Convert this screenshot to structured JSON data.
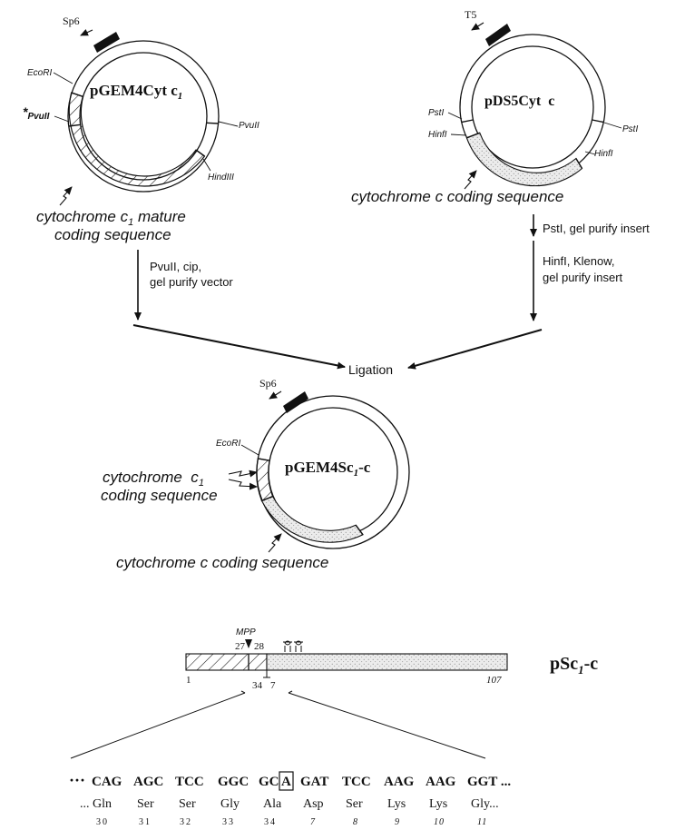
{
  "colors": {
    "ink": "#111111",
    "paper": "#ffffff",
    "dot_fill": "#e9e9e9"
  },
  "plasmid1": {
    "promoter": "Sp6",
    "name_main": "pGEM4Cyt c",
    "name_sub": "1",
    "sites": {
      "ecori": "EcoRI",
      "pvuii_left": "PvuII",
      "pvuii_left_mark": "*",
      "pvuii_right": "PvuII",
      "hindiii": "HindIII"
    },
    "insert_label_line1_pre": "cytochrome c",
    "insert_label_line1_sub": "1",
    "insert_label_line1_post": " mature",
    "insert_label_line2": "coding sequence"
  },
  "plasmid2": {
    "promoter": "T5",
    "name": "pDS5Cyt  c",
    "sites": {
      "psti_left": "PstI",
      "psti_right": "PstI",
      "hinfi_left": "HinfI",
      "hinfi_right": "HinfI"
    },
    "insert_label": "cytochrome c coding sequence"
  },
  "steps": {
    "left_line1": "PvuII, cip,",
    "left_line2": "gel purify vector",
    "right_step1": "PstI, gel purify insert",
    "right_step2_line1": "HinfI, Klenow,",
    "right_step2_line2": "gel purify insert",
    "ligation": "Ligation"
  },
  "plasmid3": {
    "promoter": "Sp6",
    "name_main": "pGEM4Sc",
    "name_sub": "1",
    "name_post": "-c",
    "sites": {
      "ecori": "EcoRI"
    },
    "c1_label_line1_pre": "cytochrome  c",
    "c1_label_line1_sub": "1",
    "c1_label_line2": "coding sequence",
    "c_label": "cytochrome c coding sequence"
  },
  "construct": {
    "name_main": "pSc",
    "name_sub": "1",
    "name_post": "-c",
    "mpp": "MPP",
    "pos_27": "27",
    "pos_28": "28",
    "pos_1": "1",
    "pos_34": "34",
    "pos_7": "7",
    "pos_107": "107"
  },
  "sequence": {
    "lead": "···",
    "codons": [
      "CAG",
      "AGC",
      "TCC",
      "GGC",
      "GC",
      "A",
      "GAT",
      "TCC",
      "AAG",
      "AAG",
      "GGT ..."
    ],
    "amino_acids": [
      "... Gln",
      "Ser",
      "Ser",
      "Gly",
      "Ala",
      "Asp",
      "Ser",
      "Lys",
      "Lys",
      "Gly..."
    ],
    "numbers": [
      "30",
      "31",
      "32",
      "33",
      "34",
      "7",
      "8",
      "9",
      "10",
      "11"
    ]
  }
}
